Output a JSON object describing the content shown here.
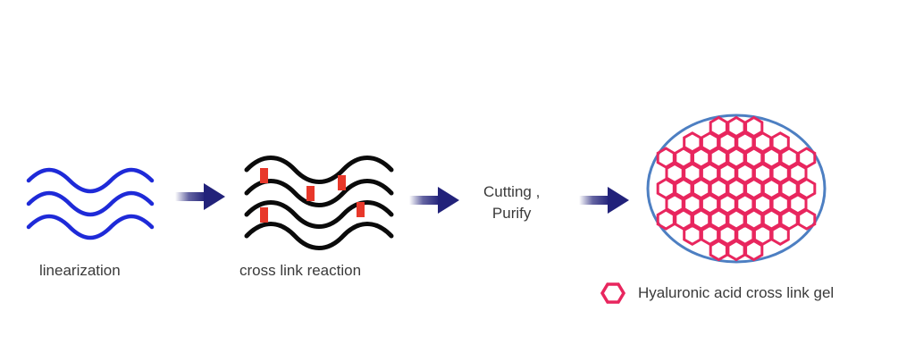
{
  "steps": [
    {
      "label": "linearization"
    },
    {
      "label": "cross link reaction"
    },
    {
      "label_line1": "Cutting ,",
      "label_line2": "Purify"
    }
  ],
  "legend": {
    "label": "Hyaluronic acid cross link gel"
  },
  "colors": {
    "wave_blue": "#1e2ad8",
    "chain_black": "#0b0b0b",
    "crosslink_red": "#e8382a",
    "arrow_navy": "#22227a",
    "hexagon_pink": "#e8265e",
    "ellipse_outline": "#4d7fc2"
  }
}
